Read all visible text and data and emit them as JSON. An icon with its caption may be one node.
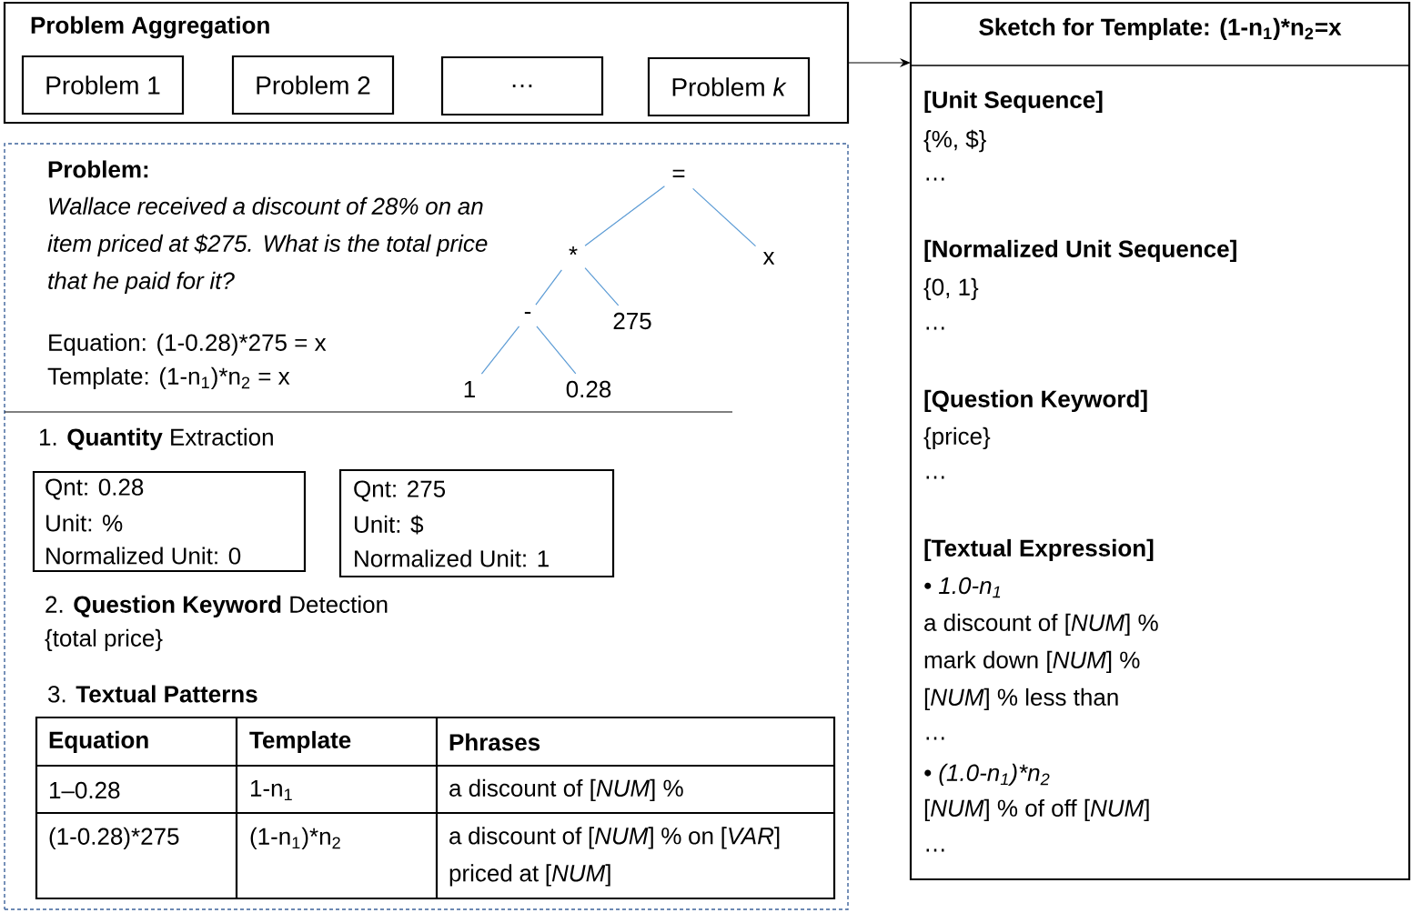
{
  "diagram": {
    "nodes": [
      {
        "text": [
          "Problem Aggregation"
        ]
      },
      {
        "text": [
          "Problem 1"
        ],
        "in": 0
      },
      {
        "text": [
          "Problem 2"
        ],
        "in": 0
      },
      {
        "text": [
          "…"
        ],
        "in": 0
      },
      {
        "text": [
          "Problem *k*"
        ],
        "in": 0
      },
      {
        "text": [
          "Sketch for Template: (1-n$_{1}$)*n$_{2}$=x",
          "[Unit Sequence]",
          "{%, $}",
          "…",
          "[Normalized Unit Sequence]",
          "{0, 1}",
          "…",
          "[Question Keyword]",
          "{price}",
          "…",
          "[Textual Expression]",
          "• 1.0-n$_{1}$",
          "a discount of [*NUM*] %",
          "mark down [*NUM*] %",
          "[*NUM*] % less than",
          "…",
          "• (1.0-n$_{1}$)*n$_{2}$",
          "[*NUM*] % of off [*NUM*]",
          "…"
        ]
      },
      {
        "text": [
          "Problem:",
          "Wallace received a discount of 28% on an item priced at $275. What is the total price that he paid for it?",
          "Equation: (1-0.28)*275 = x",
          "Template: (1-n$_{1}$)*n$_{2}$ = x"
        ]
      },
      {
        "text": [
          "="
        ],
        "in": 6
      },
      {
        "text": [
          "*"
        ],
        "in": 6
      },
      {
        "text": [
          "x"
        ],
        "in": 6
      },
      {
        "text": [
          "-"
        ],
        "in": 6
      },
      {
        "text": [
          "275"
        ],
        "in": 6
      },
      {
        "text": [
          "1"
        ],
        "in": 6
      },
      {
        "text": [
          "0.28"
        ],
        "in": 6
      },
      {
        "text": [
          "Qnt: 0.28",
          "Unit: %",
          "Normalized Unit: 0"
        ],
        "in": 6
      },
      {
        "text": [
          "Qnt: 275",
          "Unit: $",
          "Normalized Unit: 1"
        ],
        "in": 6
      }
    ],
    "edges": [
      {
        "from": 0,
        "to": 5,
        "arrow": "to",
        "color": "#000000"
      },
      {
        "from": 7,
        "to": 8,
        "arrow": "none"
      },
      {
        "from": 7,
        "to": 9,
        "arrow": "none"
      },
      {
        "from": 8,
        "to": 10,
        "arrow": "none"
      },
      {
        "from": 8,
        "to": 11,
        "arrow": "none"
      },
      {
        "from": 10,
        "to": 12,
        "arrow": "none"
      },
      {
        "from": 10,
        "to": 13,
        "arrow": "none"
      }
    ],
    "labels": [
      "1. **Quantity** Extraction",
      "2. **Question Keyword** Detection",
      "{total price}",
      "3. **Textual Patterns**",
      "Equation",
      "Template",
      "Phrases",
      "1–0.28",
      "1-n$_{1}$",
      "a discount of [*NUM*] %",
      "(1-0.28)*275",
      "(1-n$_{1}$)*n$_{2}$",
      "a discount of [*NUM*] % on [*VAR*] priced at [*NUM*]"
    ]
  }
}
